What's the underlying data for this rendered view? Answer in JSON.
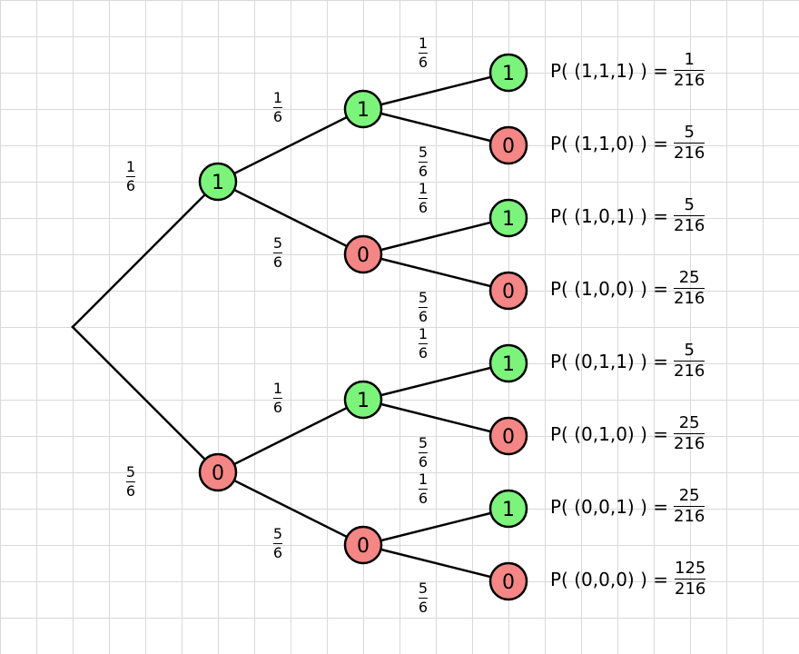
{
  "colors": {
    "success_fill": "#7cf47c",
    "failure_fill": "#f48686",
    "stroke": "#000000",
    "grid": "#d9d9d9"
  },
  "tree": {
    "level1": [
      {
        "id": "n1",
        "label": "1",
        "outcome": "success",
        "edge": {
          "num": "1",
          "den": "6"
        }
      },
      {
        "id": "n0",
        "label": "0",
        "outcome": "failure",
        "edge": {
          "num": "5",
          "den": "6"
        }
      }
    ],
    "level2": [
      {
        "id": "n11",
        "parent": "n1",
        "label": "1",
        "outcome": "success",
        "edge": {
          "num": "1",
          "den": "6"
        }
      },
      {
        "id": "n10",
        "parent": "n1",
        "label": "0",
        "outcome": "failure",
        "edge": {
          "num": "5",
          "den": "6"
        }
      },
      {
        "id": "n01",
        "parent": "n0",
        "label": "1",
        "outcome": "success",
        "edge": {
          "num": "1",
          "den": "6"
        }
      },
      {
        "id": "n00",
        "parent": "n0",
        "label": "0",
        "outcome": "failure",
        "edge": {
          "num": "5",
          "den": "6"
        }
      }
    ],
    "level3": [
      {
        "id": "n111",
        "parent": "n11",
        "label": "1",
        "outcome": "success",
        "edge": {
          "num": "1",
          "den": "6"
        }
      },
      {
        "id": "n110",
        "parent": "n11",
        "label": "0",
        "outcome": "failure",
        "edge": {
          "num": "5",
          "den": "6"
        }
      },
      {
        "id": "n101",
        "parent": "n10",
        "label": "1",
        "outcome": "success",
        "edge": {
          "num": "1",
          "den": "6"
        }
      },
      {
        "id": "n100",
        "parent": "n10",
        "label": "0",
        "outcome": "failure",
        "edge": {
          "num": "5",
          "den": "6"
        }
      },
      {
        "id": "n011",
        "parent": "n01",
        "label": "1",
        "outcome": "success",
        "edge": {
          "num": "1",
          "den": "6"
        }
      },
      {
        "id": "n010",
        "parent": "n01",
        "label": "0",
        "outcome": "failure",
        "edge": {
          "num": "5",
          "den": "6"
        }
      },
      {
        "id": "n001",
        "parent": "n00",
        "label": "1",
        "outcome": "success",
        "edge": {
          "num": "1",
          "den": "6"
        }
      },
      {
        "id": "n000",
        "parent": "n00",
        "label": "0",
        "outcome": "failure",
        "edge": {
          "num": "5",
          "den": "6"
        }
      }
    ]
  },
  "results": [
    {
      "text": "P( (1,1,1) ) =",
      "num": "1",
      "den": "216"
    },
    {
      "text": "P( (1,1,0) ) =",
      "num": "5",
      "den": "216"
    },
    {
      "text": "P( (1,0,1) ) =",
      "num": "5",
      "den": "216"
    },
    {
      "text": "P( (1,0,0) ) =",
      "num": "25",
      "den": "216"
    },
    {
      "text": "P( (0,1,1) ) =",
      "num": "5",
      "den": "216"
    },
    {
      "text": "P( (0,1,0) ) =",
      "num": "25",
      "den": "216"
    },
    {
      "text": "P( (0,0,1) ) =",
      "num": "25",
      "den": "216"
    },
    {
      "text": "P( (0,0,0) ) =",
      "num": "125",
      "den": "216"
    }
  ]
}
